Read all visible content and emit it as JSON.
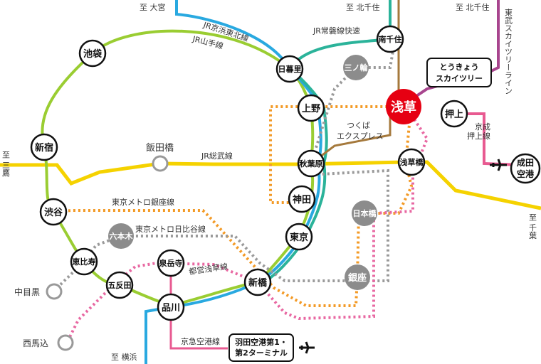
{
  "colors": {
    "yamanote": "#9acd32",
    "keihin": "#29a9e0",
    "joban": "#2bb39a",
    "sobu": "#f5d200",
    "ginza": "#f39a26",
    "hibiya": "#9a9a9a",
    "asakusa_line": "#e868a2",
    "tobu": "#a8458e",
    "tsukuba": "#a5793c",
    "keisei": "#e85a91",
    "asakusa_station": "#e60012",
    "gray_station": "#8c8c8c"
  },
  "stations": {
    "ikebukuro": "池袋",
    "shinjuku": "新宿",
    "shibuya": "渋谷",
    "ebisu": "恵比寿",
    "gotanda": "五反田",
    "shinagawa": "品川",
    "sengakuji": "泉岳寺",
    "shimbashi": "新橋",
    "tokyo": "東京",
    "kanda": "神田",
    "akihabara": "秋葉原",
    "ueno": "上野",
    "nippori": "日暮里",
    "minamisenju": "南千住",
    "minowa": "三ノ輪",
    "asakusa": "浅草",
    "oshiage": "押上",
    "asakusabashi": "浅草橋",
    "nihombashi": "日本橋",
    "ginza": "銀座",
    "roppongi": "六本木",
    "iidabashi": "飯田橋",
    "nakameguro": "中目黒",
    "nishimagome": "西馬込",
    "narita": "成田空港",
    "narita_l1": "成田",
    "narita_l2": "空港",
    "haneda_l1": "羽田空港第1・",
    "haneda_l2": "第2ターミナル",
    "skytree_l1": "とうきょう",
    "skytree_l2": "スカイツリー"
  },
  "labels": {
    "to_omiya": "至 大宮",
    "to_kitasenju_1": "至 北千住",
    "to_kitasenju_2": "至 北千住",
    "to_mitaka": "至 三鷹",
    "to_chiba": "至 千葉",
    "to_yokohama": "至 横浜",
    "jr_keihin": "JR京浜東北線",
    "jr_yamanote": "JR山手線",
    "jr_joban": "JR常磐線快速",
    "jr_sobu": "JR総武線",
    "tobu_skytree": "東武スカイツリーライン",
    "tsukuba_1": "つくば",
    "tsukuba_2": "エクスプレス",
    "keisei_1": "京成",
    "keisei_2": "押上線",
    "metro_ginza": "東京メトロ銀座線",
    "metro_hibiya": "東京メトロ日比谷線",
    "toei_asakusa": "都営浅草線",
    "keikyu": "京急空港線"
  }
}
